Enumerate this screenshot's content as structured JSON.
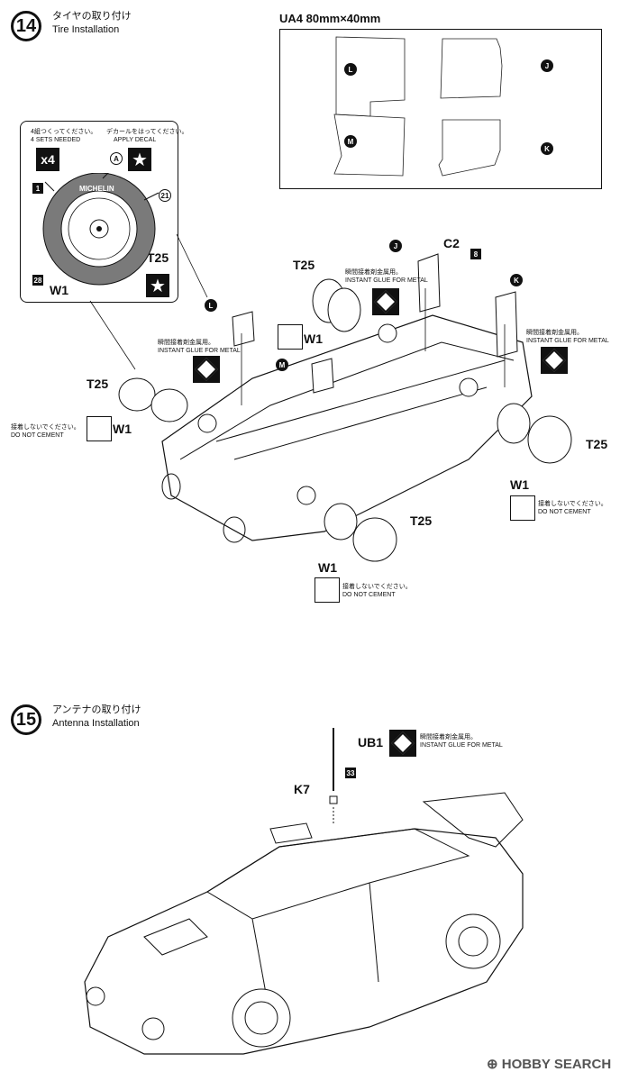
{
  "step14": {
    "number": "14",
    "title_jp": "タイヤの取り付け",
    "title_en": "Tire Installation"
  },
  "decal_sheet": {
    "code": "UA4  80mm×40mm",
    "labels": [
      "L",
      "J",
      "M",
      "K"
    ]
  },
  "tire_box": {
    "sets_jp": "4組つくってください。",
    "sets_en": "4 SETS NEEDED",
    "decal_jp": "デカールをはってください。",
    "decal_en": "APPLY DECAL",
    "x4": "x4",
    "part_a": "A",
    "part_1": "1",
    "part_21": "21",
    "part_28": "28",
    "t25": "T25",
    "w1": "W1",
    "tire_brand": "MICHELIN"
  },
  "notes": {
    "glue_jp": "瞬間接着剤金属用。",
    "glue_en": "INSTANT GLUE FOR METAL",
    "nocement_jp": "接着しないでください。",
    "nocement_en": "DO NOT CEMENT"
  },
  "parts": {
    "t25": "T25",
    "w1": "W1",
    "c2": "C2",
    "p8": "8",
    "j": "J",
    "k": "K",
    "l": "L",
    "m": "M"
  },
  "step15": {
    "number": "15",
    "title_jp": "アンテナの取り付け",
    "title_en": "Antenna Installation",
    "ub1": "UB1",
    "k7": "K7",
    "p33": "33"
  },
  "watermark": "HOBBY SEARCH",
  "colors": {
    "ink": "#111111",
    "tire": "#7a7a7a",
    "paper": "#ffffff"
  }
}
